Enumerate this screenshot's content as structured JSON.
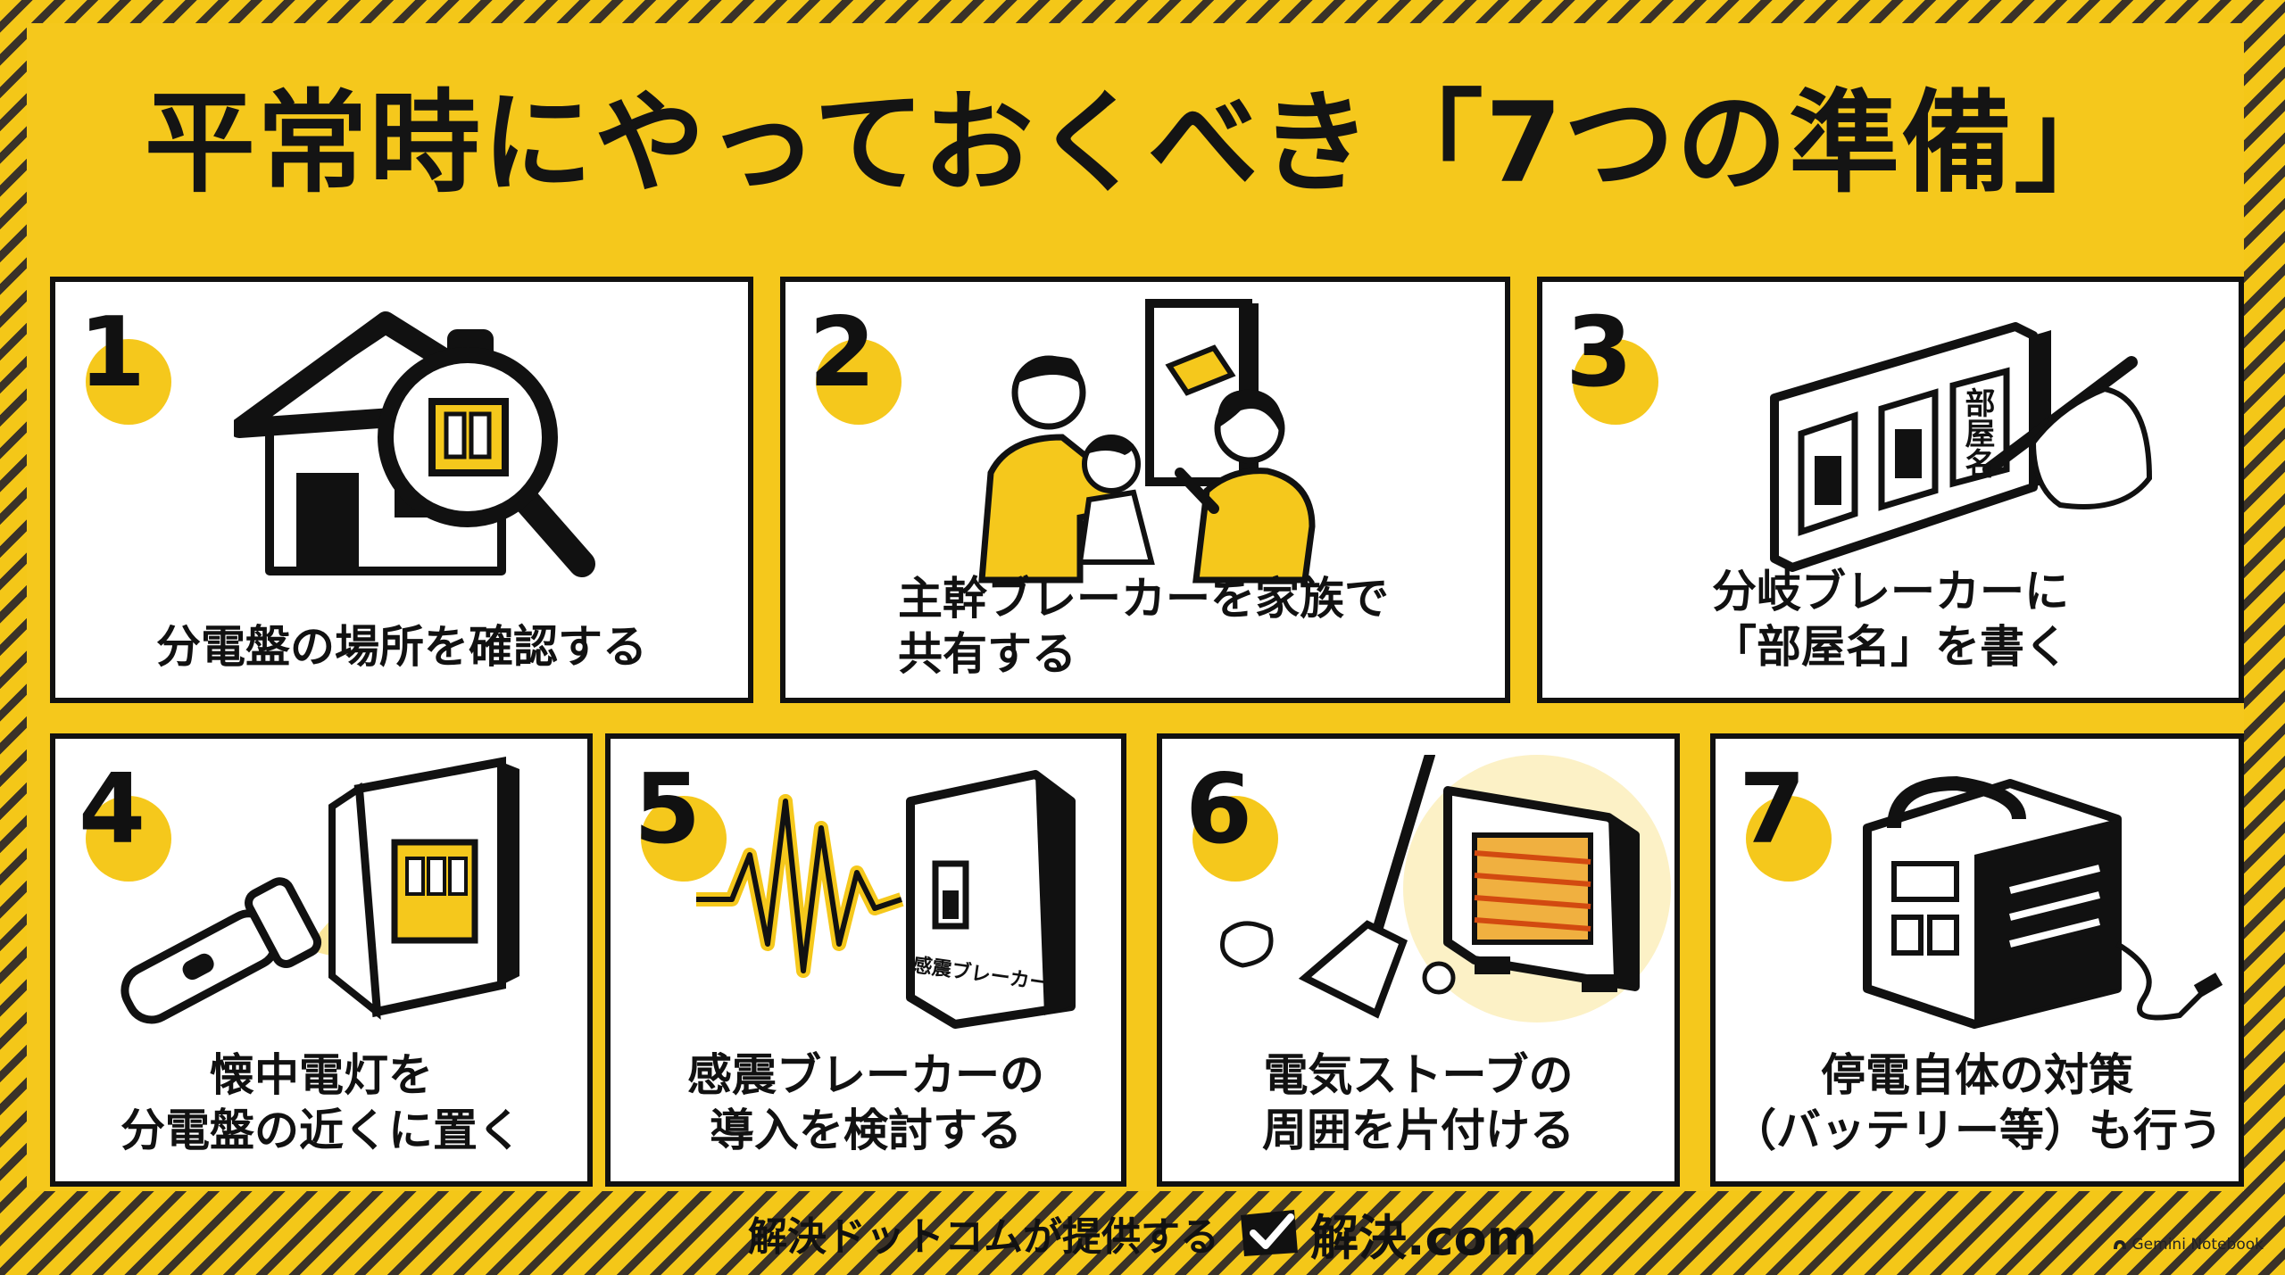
{
  "title": "平常時にやっておくべき「7つの準備」",
  "cards": [
    {
      "num": "1",
      "lines": [
        "分電盤の場所を確認する"
      ],
      "icon": "house-magnifier-icon"
    },
    {
      "num": "2",
      "lines": [
        "主幹ブレーカーを家族で",
        "共有する"
      ],
      "icon": "family-breaker-icon"
    },
    {
      "num": "3",
      "lines": [
        "分岐ブレーカーに",
        "「部屋名」を書く"
      ],
      "icon": "breaker-label-pen-icon",
      "label_text": "部屋名"
    },
    {
      "num": "4",
      "lines": [
        "懐中電灯を",
        "分電盤の近くに置く"
      ],
      "icon": "flashlight-panel-icon"
    },
    {
      "num": "5",
      "lines": [
        "感震ブレーカーの",
        "導入を検討する"
      ],
      "icon": "seismic-breaker-icon",
      "device_label": "感震ブレーカー"
    },
    {
      "num": "6",
      "lines": [
        "電気ストーブの",
        "周囲を片付ける"
      ],
      "icon": "heater-broom-icon"
    },
    {
      "num": "7",
      "lines": [
        "停電自体の対策",
        "（バッテリー等）も行う"
      ],
      "icon": "portable-battery-icon"
    }
  ],
  "footer": {
    "text": "解決ドットコムが提供する",
    "logo_name": "解決.com"
  },
  "watermark": "Gemini Notebook",
  "colors": {
    "yellow": "#f5c81c",
    "black": "#111111",
    "white": "#ffffff"
  }
}
